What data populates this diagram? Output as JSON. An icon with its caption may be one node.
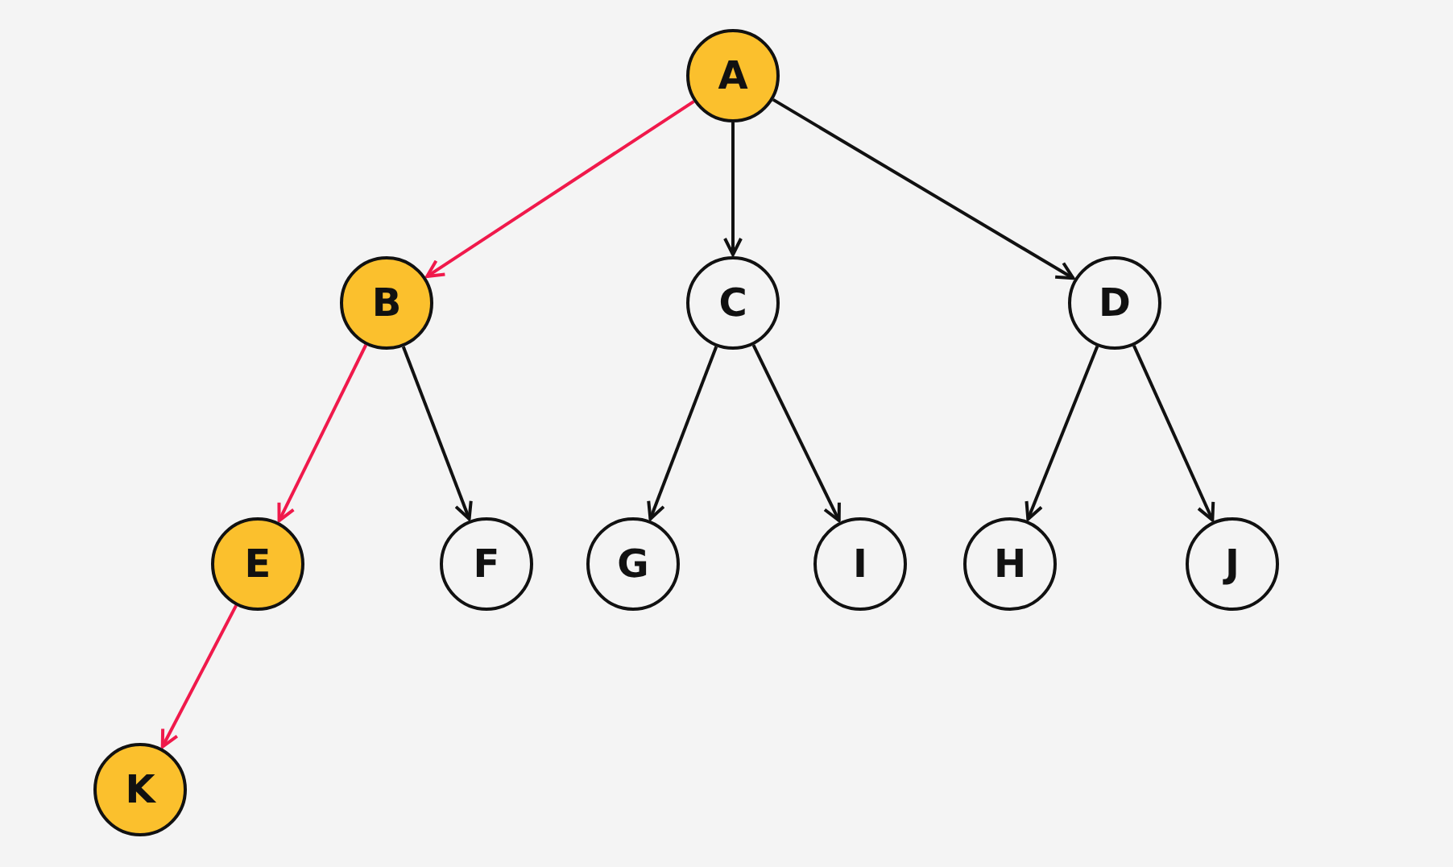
{
  "diagram": {
    "nodes": [
      {
        "text": [
          "A"
        ]
      },
      {
        "text": [
          "B"
        ]
      },
      {
        "text": [
          "C"
        ]
      },
      {
        "text": [
          "D"
        ]
      },
      {
        "text": [
          "E"
        ]
      },
      {
        "text": [
          "F"
        ]
      },
      {
        "text": [
          "G"
        ]
      },
      {
        "text": [
          "I"
        ]
      },
      {
        "text": [
          "H"
        ]
      },
      {
        "text": [
          "J"
        ]
      },
      {
        "text": [
          "K"
        ]
      }
    ],
    "edges": [
      {
        "from": 0,
        "to": 1,
        "arrow": "to",
        "color": "#f0194b"
      },
      {
        "from": 0,
        "to": 2,
        "arrow": "to"
      },
      {
        "from": 0,
        "to": 3,
        "arrow": "to"
      },
      {
        "from": 1,
        "to": 4,
        "arrow": "to",
        "color": "#f0194b"
      },
      {
        "from": 1,
        "to": 5,
        "arrow": "to"
      },
      {
        "from": 2,
        "to": 6,
        "arrow": "to"
      },
      {
        "from": 2,
        "to": 7,
        "arrow": "to"
      },
      {
        "from": 3,
        "to": 8,
        "arrow": "to"
      },
      {
        "from": 3,
        "to": 9,
        "arrow": "to"
      },
      {
        "from": 4,
        "to": 10,
        "arrow": "to",
        "color": "#f0194b"
      }
    ]
  }
}
